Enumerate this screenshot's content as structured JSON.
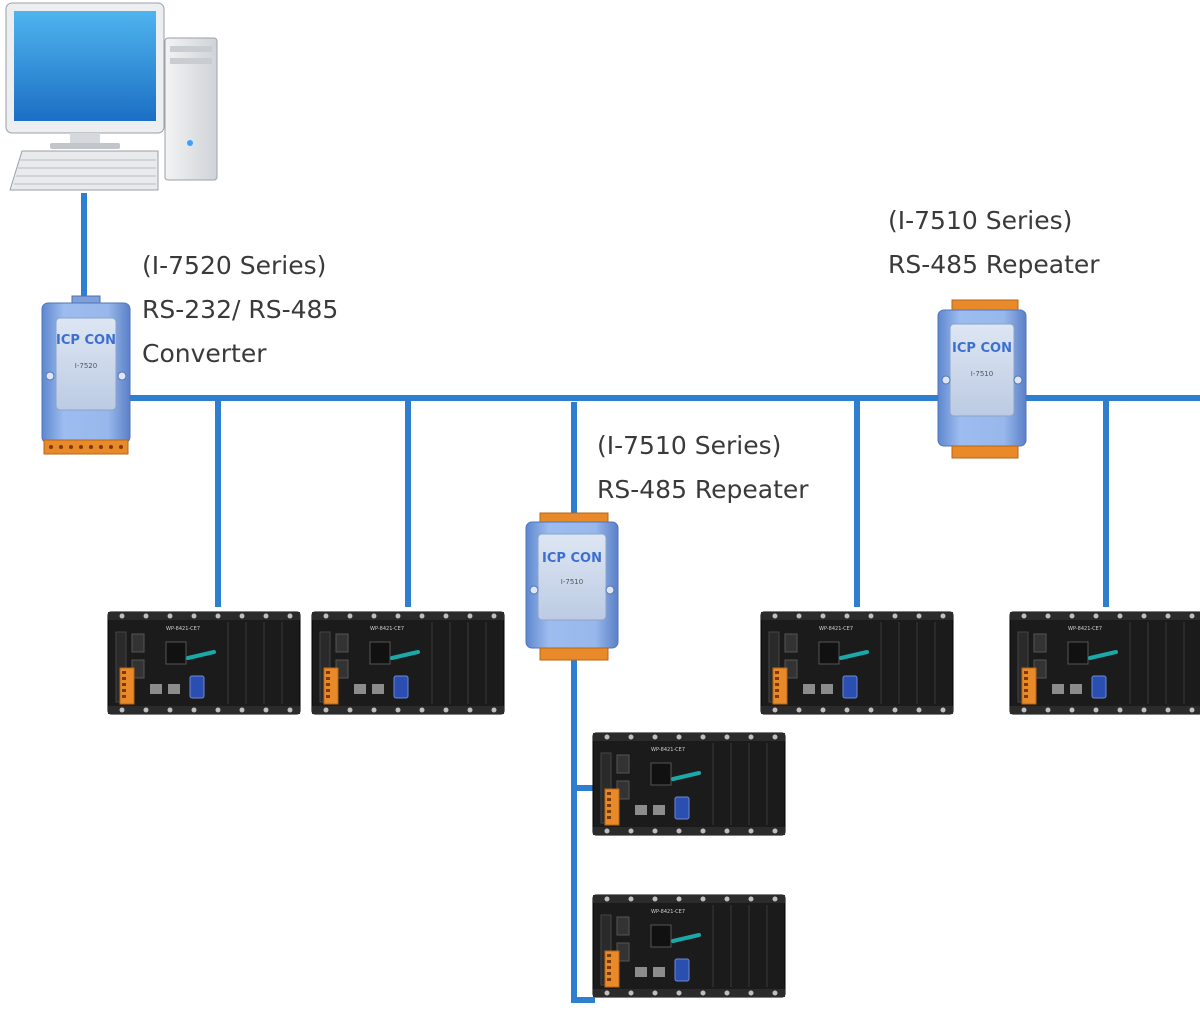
{
  "colors": {
    "wire": "#2e7fd0",
    "module_body": "#8fb2e8",
    "module_edge": "#5b82c9",
    "terminal": "#e88a2a",
    "controller": "#1b1b1b",
    "text": "#3a3a3a"
  },
  "labels": {
    "converter": {
      "line1": "(I-7520 Series)",
      "line2": "RS-232/ RS-485",
      "line3": "Converter"
    },
    "repeater_right": {
      "line1": "(I-7510 Series)",
      "line2": "RS-485 Repeater"
    },
    "repeater_middle": {
      "line1": "(I-7510 Series)",
      "line2": "RS-485 Repeater"
    }
  },
  "modules": {
    "brand": "ICP CON",
    "converter_model": "I-7520",
    "repeater_model": "I-7510"
  },
  "controllers": {
    "model": "WP-8421-CE7"
  },
  "icons": [
    "computer-icon",
    "converter-module-icon",
    "repeater-module-icon",
    "controller-icon"
  ]
}
